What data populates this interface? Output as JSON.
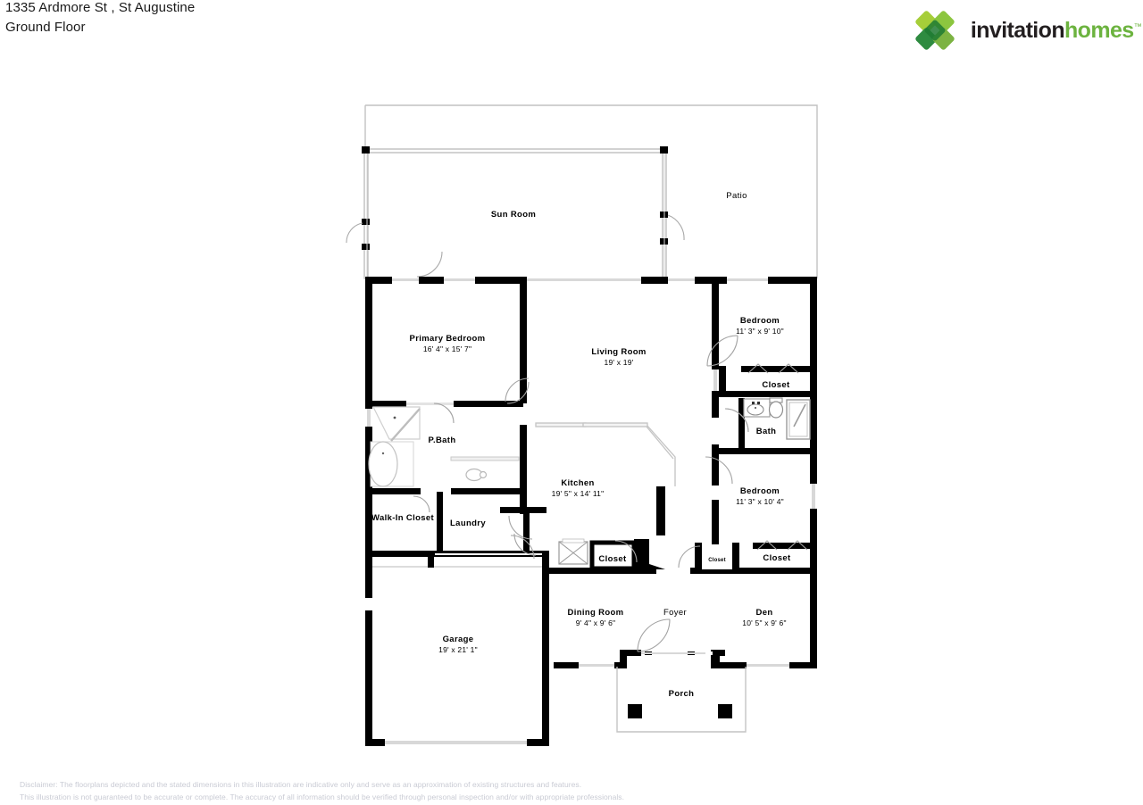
{
  "header": {
    "address": "1335 Ardmore St , St Augustine",
    "floor": "Ground Floor"
  },
  "brand": {
    "name_part1": "invitation",
    "name_part2": "homes",
    "trademark": "™",
    "logo_icon": "four-diamond-pinwheel-icon",
    "colors": {
      "dark_text": "#231f20",
      "green": "#6cb33f",
      "green_light": "#a6ce39",
      "green_mid": "#7cb342",
      "green_dark": "#2e8b40",
      "green_deep": "#1f7a33"
    }
  },
  "floorplan": {
    "title": "Ground Floor Plan",
    "rooms": [
      {
        "id": "sun-room",
        "name": "Sun Room",
        "dims": ""
      },
      {
        "id": "patio",
        "name": "Patio",
        "dims": ""
      },
      {
        "id": "primary-bedroom",
        "name": "Primary Bedroom",
        "dims": "16' 4\" x 15' 7\""
      },
      {
        "id": "living-room",
        "name": "Living Room",
        "dims": "19' x 19'"
      },
      {
        "id": "kitchen",
        "name": "Kitchen",
        "dims": "19' 5\" x 14' 11\""
      },
      {
        "id": "bedroom-2",
        "name": "Bedroom",
        "dims": "11' 3\" x 9' 10\""
      },
      {
        "id": "bedroom-3",
        "name": "Bedroom",
        "dims": "11' 3\" x 10' 4\""
      },
      {
        "id": "closet-bed2",
        "name": "Closet",
        "dims": ""
      },
      {
        "id": "bath",
        "name": "Bath",
        "dims": ""
      },
      {
        "id": "p-bath",
        "name": "P.Bath",
        "dims": ""
      },
      {
        "id": "walk-in-closet",
        "name": "Walk-In Closet",
        "dims": ""
      },
      {
        "id": "laundry",
        "name": "Laundry",
        "dims": ""
      },
      {
        "id": "closet-kitchen",
        "name": "Closet",
        "dims": ""
      },
      {
        "id": "closet-small",
        "name": "Closet",
        "dims": ""
      },
      {
        "id": "closet-bed3",
        "name": "Closet",
        "dims": ""
      },
      {
        "id": "garage",
        "name": "Garage",
        "dims": "19' x 21' 1\""
      },
      {
        "id": "dining-room",
        "name": "Dining Room",
        "dims": "9' 4\" x 9' 6\""
      },
      {
        "id": "foyer",
        "name": "Foyer",
        "dims": ""
      },
      {
        "id": "den",
        "name": "Den",
        "dims": "10' 5\" x 9' 6\""
      },
      {
        "id": "porch",
        "name": "Porch",
        "dims": ""
      }
    ],
    "fixtures": [
      "bathtub-oval",
      "corner-shower",
      "toilet-primary",
      "sink-primary",
      "sink-bath",
      "toilet-bath",
      "shower-stall-bath",
      "range-stove",
      "porch-column-left",
      "porch-column-right"
    ],
    "style": {
      "wall_color": "#000000",
      "thin_wall_color": "#b9b9b9",
      "door_arc_color": "#9a9a9a",
      "fill_color": "#ffffff"
    }
  },
  "disclaimer": {
    "line1": "Disclaimer: The floorplans depicted and the stated dimensions in this illustration are indicative only and serve as an approximation of existing structures and features.",
    "line2": "This illustration is not guaranteed to be accurate or complete. The accuracy of all information should be verified through personal inspection and/or with appropriate professionals."
  }
}
